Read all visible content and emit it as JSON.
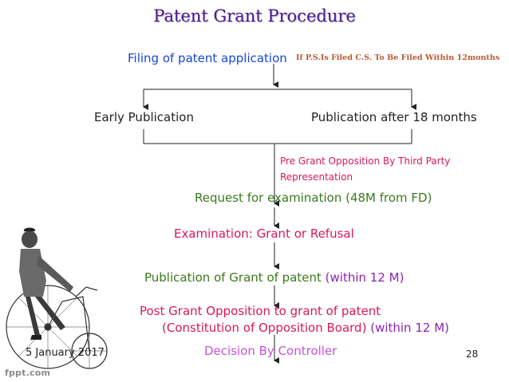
{
  "slide": {
    "title": "Patent Grant Procedure",
    "filing": {
      "label": "Filing of patent application",
      "note": "If P.S.Is Filed C.S. To Be Filed Within 12months"
    },
    "early_publication": "Early Publication",
    "publication_after": "Publication after 18 months",
    "pre_grant": {
      "line1": "Pre Grant Opposition By Third Party",
      "line2": "Representation"
    },
    "request": "Request for examination (48M from FD)",
    "examination": "Examination: Grant or Refusal",
    "publication_grant": {
      "label": "Publication of Grant of patent",
      "timing": "(within 12 M)"
    },
    "post_grant": {
      "line1": "Post Grant Opposition to grant of patent",
      "line2": "(Constitution of Opposition Board)",
      "timing": "(within 12 M)"
    },
    "decision": "Decision By Controller",
    "footer": {
      "date": "5 January 2017",
      "page_number": "28",
      "brand": "fppt.com"
    }
  },
  "colors": {
    "title": "#4b1f8c",
    "filing": "#1747d6",
    "note": "#b85a32",
    "pre_grant": "#d8175f",
    "request": "#3a7a1c",
    "examination": "#d8175f",
    "publication_grant": "#3a7a1c",
    "timing": "#8d23b5",
    "post_grant": "#d8175f",
    "decision": "#c653d8"
  }
}
